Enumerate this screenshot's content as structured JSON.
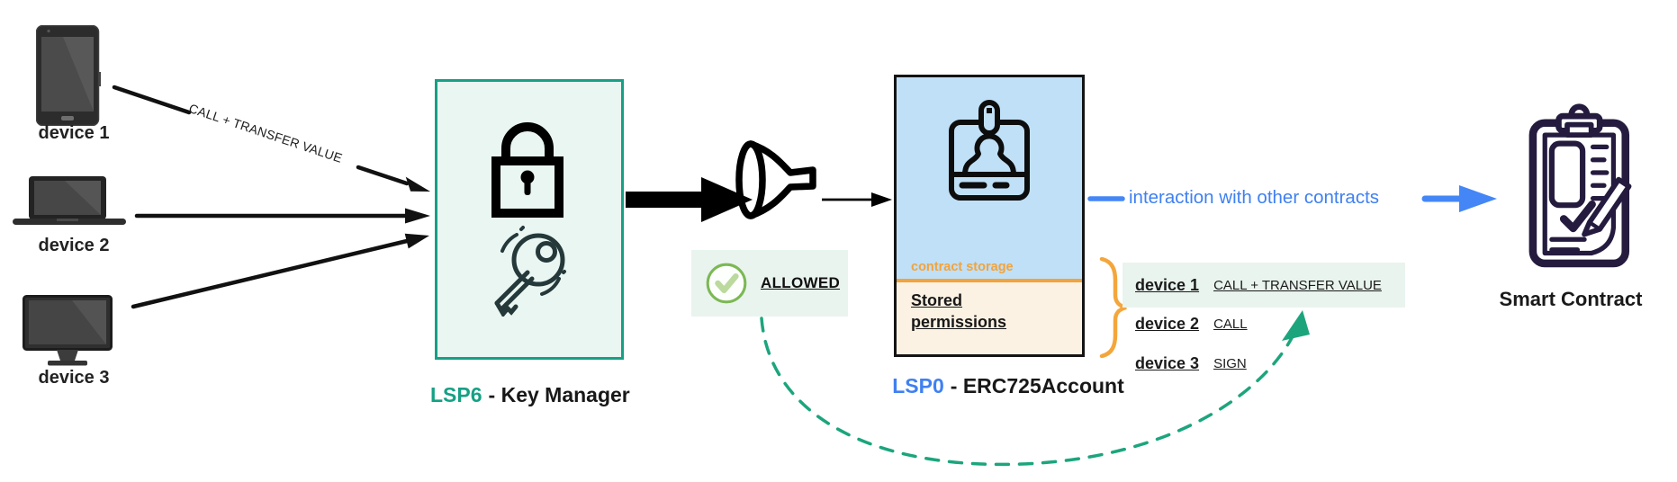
{
  "devices": [
    {
      "label": "device 1"
    },
    {
      "label": "device 2"
    },
    {
      "label": "device 3"
    }
  ],
  "arrow1_label": "CALL + TRANSFER VALUE",
  "key_manager": {
    "tag": "LSP6",
    "name": "- Key Manager"
  },
  "allowed": {
    "label": "ALLOWED"
  },
  "account": {
    "tag": "LSP0",
    "name": "- ERC725Account",
    "storage_label": "contract storage",
    "stored_permissions": "Stored permissions"
  },
  "interaction_label": "interaction with other contracts",
  "smart_contract_label": "Smart Contract",
  "permissions": {
    "rows": [
      {
        "device": "device 1",
        "permission": "CALL + TRANSFER VALUE",
        "highlighted": true
      },
      {
        "device": "device 2",
        "permission": "CALL",
        "highlighted": false
      },
      {
        "device": "device 3",
        "permission": "SIGN",
        "highlighted": false
      }
    ]
  },
  "colors": {
    "teal": "#16a085",
    "mint": "#e9f4ee",
    "account_blue_fill": "#bfe0f7",
    "cream": "#fbf2e3",
    "orange": "#f2a33c",
    "lsp0_blue": "#3f80f2",
    "interaction_blue": "#4486f6",
    "badge_green": "#7cb854",
    "dashed_teal": "#1ca57d",
    "contract_navy": "#241b3e"
  }
}
